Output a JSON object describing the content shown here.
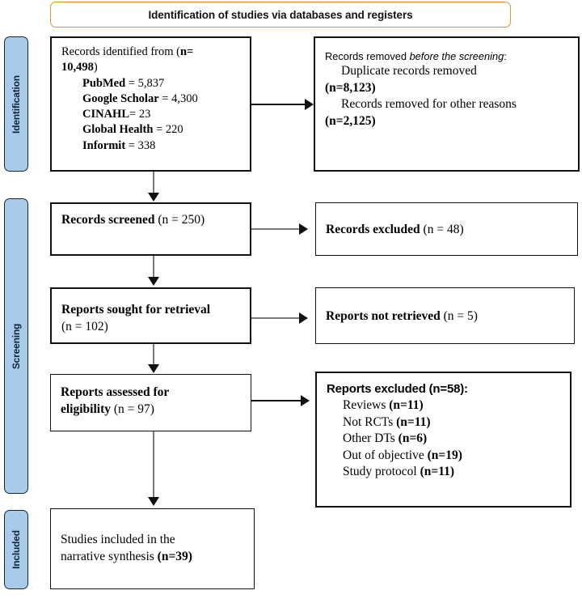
{
  "banner": {
    "title": "Identification of studies via databases and registers",
    "border_color": "#E3903B"
  },
  "phases": [
    {
      "id": "identification",
      "label": "Identification"
    },
    {
      "id": "screening",
      "label": "Screening"
    },
    {
      "id": "included",
      "label": "Included"
    }
  ],
  "phase_tab_color": "#A8CBE9",
  "phase_tab_border_color": "#16263F",
  "boxes": {
    "identified": {
      "heading_prefix": "Records identified from (",
      "heading_n": "n=10,498",
      "heading_suffix": ")",
      "line1": "Records identified from (",
      "line1_bold": "n=",
      "line2_bold": "10,498",
      "line2_suffix": ")",
      "sources": [
        {
          "name": "PubMed",
          "eq": " = 5,837"
        },
        {
          "name": "Google Scholar",
          "eq": " = 4,300"
        },
        {
          "name": "CINAHL",
          "eq": "= 23"
        },
        {
          "name": "Global Health",
          "eq": " = 220"
        },
        {
          "name": "Informit",
          "eq": " = 338"
        }
      ]
    },
    "removed": {
      "header_plain": "Records removed ",
      "header_italic": "before the screening",
      "header_colon": ":",
      "items": [
        {
          "text": "Duplicate records removed",
          "n": "(n=8,123)"
        },
        {
          "text": "Records removed for other reasons",
          "n": "(n=2,125)"
        }
      ]
    },
    "screened": {
      "label": "Records screened",
      "count": " (n = 250)"
    },
    "excluded": {
      "label": "Records excluded",
      "count": " (n = 48)"
    },
    "sought": {
      "label": "Reports sought for retrieval",
      "count": "(n = 102)"
    },
    "not_retrieved": {
      "label": "Reports not retrieved",
      "count": " (n = 5)"
    },
    "assessed": {
      "label_line1": "Reports assessed for",
      "label_line2": "eligibility",
      "count": " (n = 97)"
    },
    "reports_excluded": {
      "header": "Reports excluded (n=58):",
      "reasons": [
        {
          "text": "Reviews ",
          "n": "(n=11)"
        },
        {
          "text": "Not RCTs ",
          "n": "(n=11)"
        },
        {
          "text": "Other DTs ",
          "n": "(n=6)"
        },
        {
          "text": "Out of objective ",
          "n": "(n=19)"
        },
        {
          "text": "Study protocol ",
          "n": "(n=11)"
        }
      ]
    },
    "included": {
      "line1": "Studies included in the",
      "line2": "narrative synthesis ",
      "n": "(n=39)"
    }
  },
  "chart_data": {
    "type": "diagram",
    "title": "Identification of studies via databases and registers",
    "flow": [
      {
        "phase": "Identification",
        "node": "Records identified from",
        "n": 10498,
        "breakdown": {
          "PubMed": 5837,
          "Google Scholar": 4300,
          "CINAHL": 23,
          "Global Health": 220,
          "Informit": 338
        }
      },
      {
        "phase": "Identification",
        "node": "Records removed before the screening",
        "breakdown": {
          "Duplicate records removed": 8123,
          "Records removed for other reasons": 2125
        }
      },
      {
        "phase": "Screening",
        "node": "Records screened",
        "n": 250
      },
      {
        "phase": "Screening",
        "node": "Records excluded",
        "n": 48
      },
      {
        "phase": "Screening",
        "node": "Reports sought for retrieval",
        "n": 102
      },
      {
        "phase": "Screening",
        "node": "Reports not retrieved",
        "n": 5
      },
      {
        "phase": "Screening",
        "node": "Reports assessed for eligibility",
        "n": 97
      },
      {
        "phase": "Screening",
        "node": "Reports excluded",
        "n": 58,
        "breakdown": {
          "Reviews": 11,
          "Not RCTs": 11,
          "Other DTs": 6,
          "Out of objective": 19,
          "Study protocol": 11
        }
      },
      {
        "phase": "Included",
        "node": "Studies included in the narrative synthesis",
        "n": 39
      }
    ]
  }
}
